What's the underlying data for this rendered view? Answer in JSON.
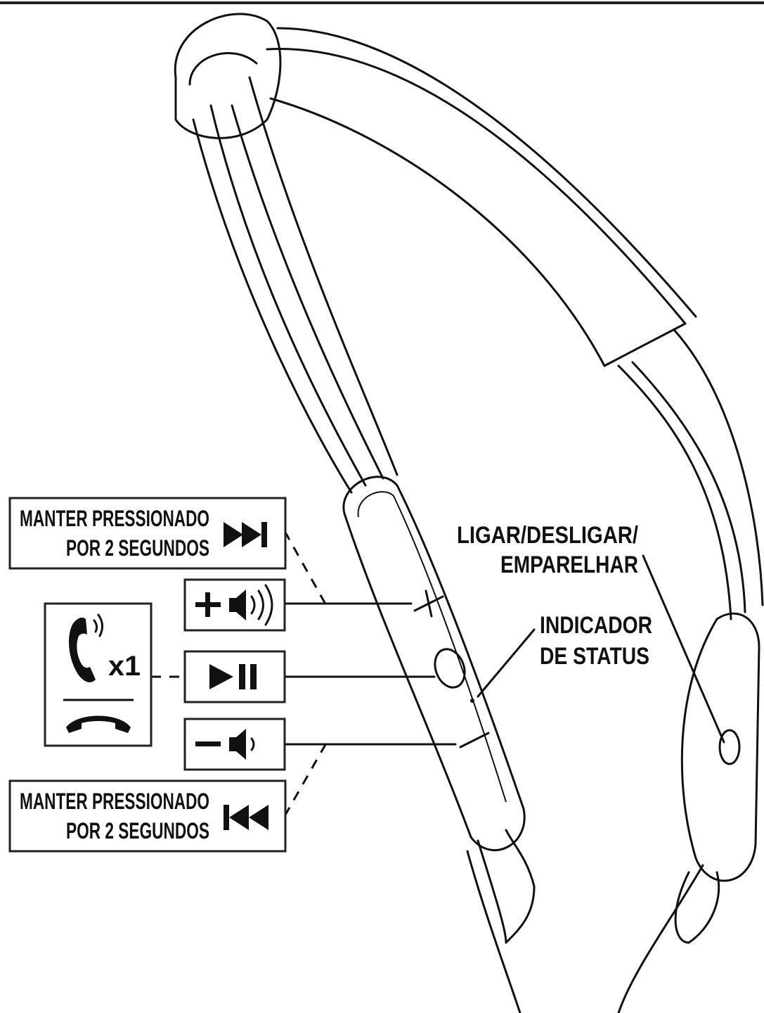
{
  "labels": {
    "hold_next_line1": "MANTER PRESSIONADO",
    "hold_next_line2": "POR 2 SEGUNDOS",
    "hold_prev_line1": "MANTER PRESSIONADO",
    "hold_prev_line2": "POR 2 SEGUNDOS",
    "power_line1": "LIGAR/DESLIGAR/",
    "power_line2": "EMPARELHAR",
    "status_line1": "INDICADOR",
    "status_line2": "DE STATUS",
    "call_count": "x1"
  },
  "icons": {
    "next_track": "next-track-icon",
    "prev_track": "previous-track-icon",
    "volume_up": "volume-up-icon",
    "volume_down": "volume-down-icon",
    "play_pause": "play-pause-icon",
    "incoming_call": "phone-ringing-icon",
    "end_call": "hang-up-icon"
  },
  "colors": {
    "ink": "#111111",
    "background": "#ffffff"
  }
}
